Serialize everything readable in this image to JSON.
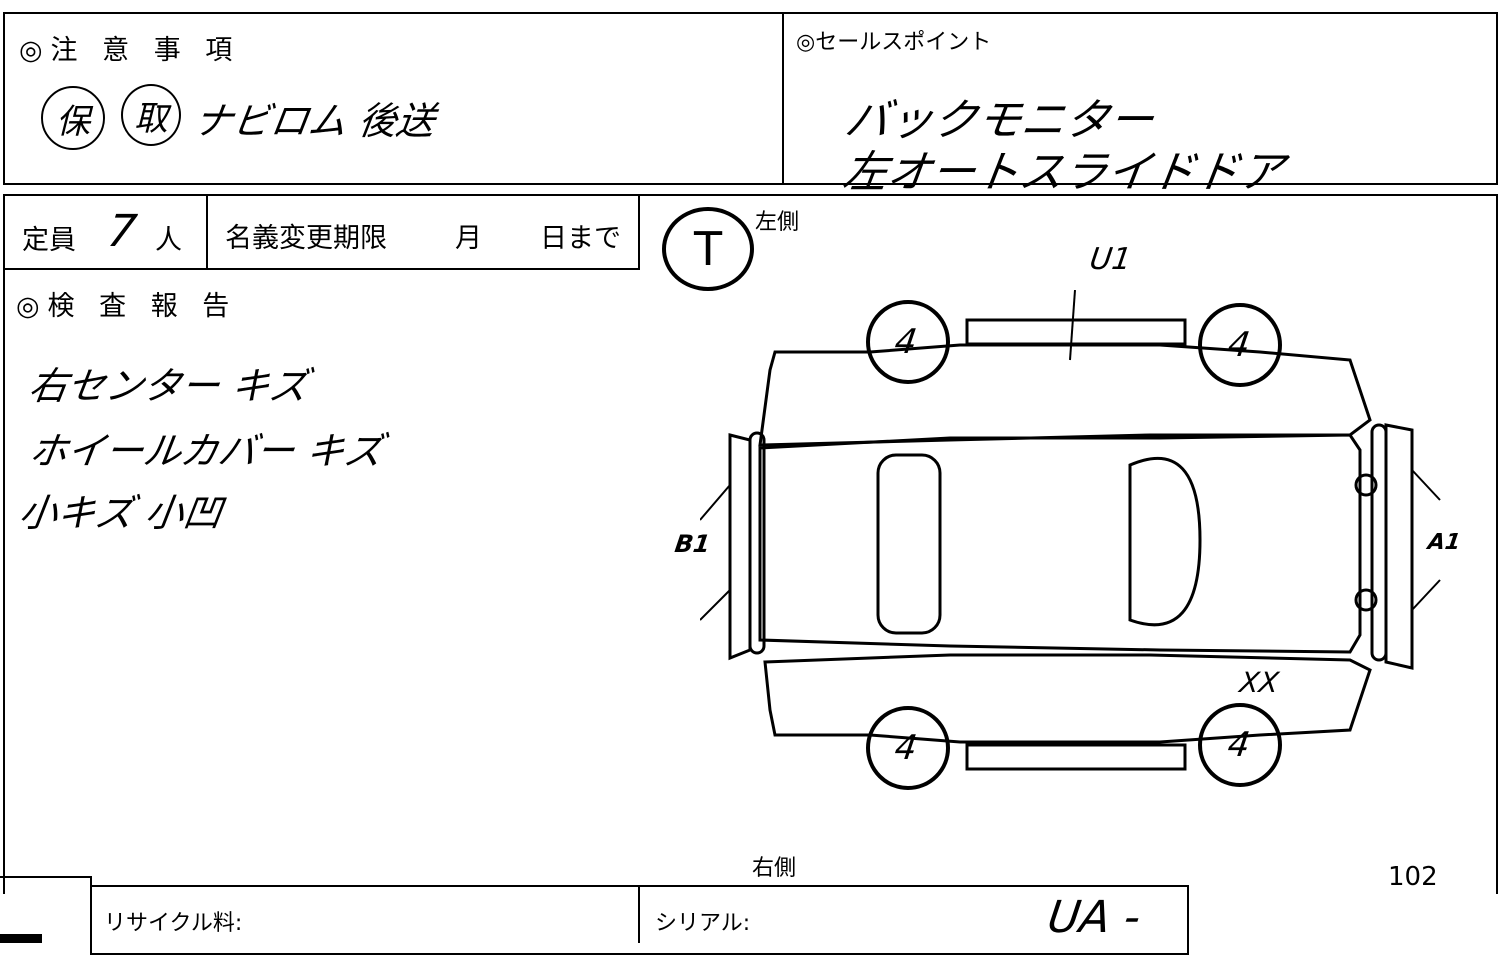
{
  "notes": {
    "heading": "◎注 意 事 項",
    "stamps": [
      "保",
      "取"
    ],
    "handwritten": "ナビロム 後送"
  },
  "sales_points": {
    "heading": "◎セールスポイント",
    "lines": [
      "バックモニター",
      "左オートスライドドア"
    ]
  },
  "capacity": {
    "label": "定員",
    "value": "7",
    "unit": "人"
  },
  "name_change": {
    "label": "名義変更期限",
    "month": "月",
    "day": "日まで"
  },
  "inspection": {
    "heading": "◎検 査 報 告",
    "lines": [
      "右センター キズ",
      "ホイールカバー キズ",
      "小キズ 小凹"
    ]
  },
  "diagram": {
    "grade_stamp": "T",
    "left_side": "左側",
    "right_side": "右側",
    "marks": {
      "wheel_fl": "4",
      "wheel_rl": "4",
      "wheel_fr": "4",
      "wheel_rr": "4",
      "left_door": "U1",
      "front": "B1",
      "rear": "A1",
      "right_rear": "XX"
    }
  },
  "footer": {
    "page_number": "102",
    "recycle_label": "リサイクル料:",
    "serial_label": "シリアル:",
    "serial_value": "UA -"
  }
}
